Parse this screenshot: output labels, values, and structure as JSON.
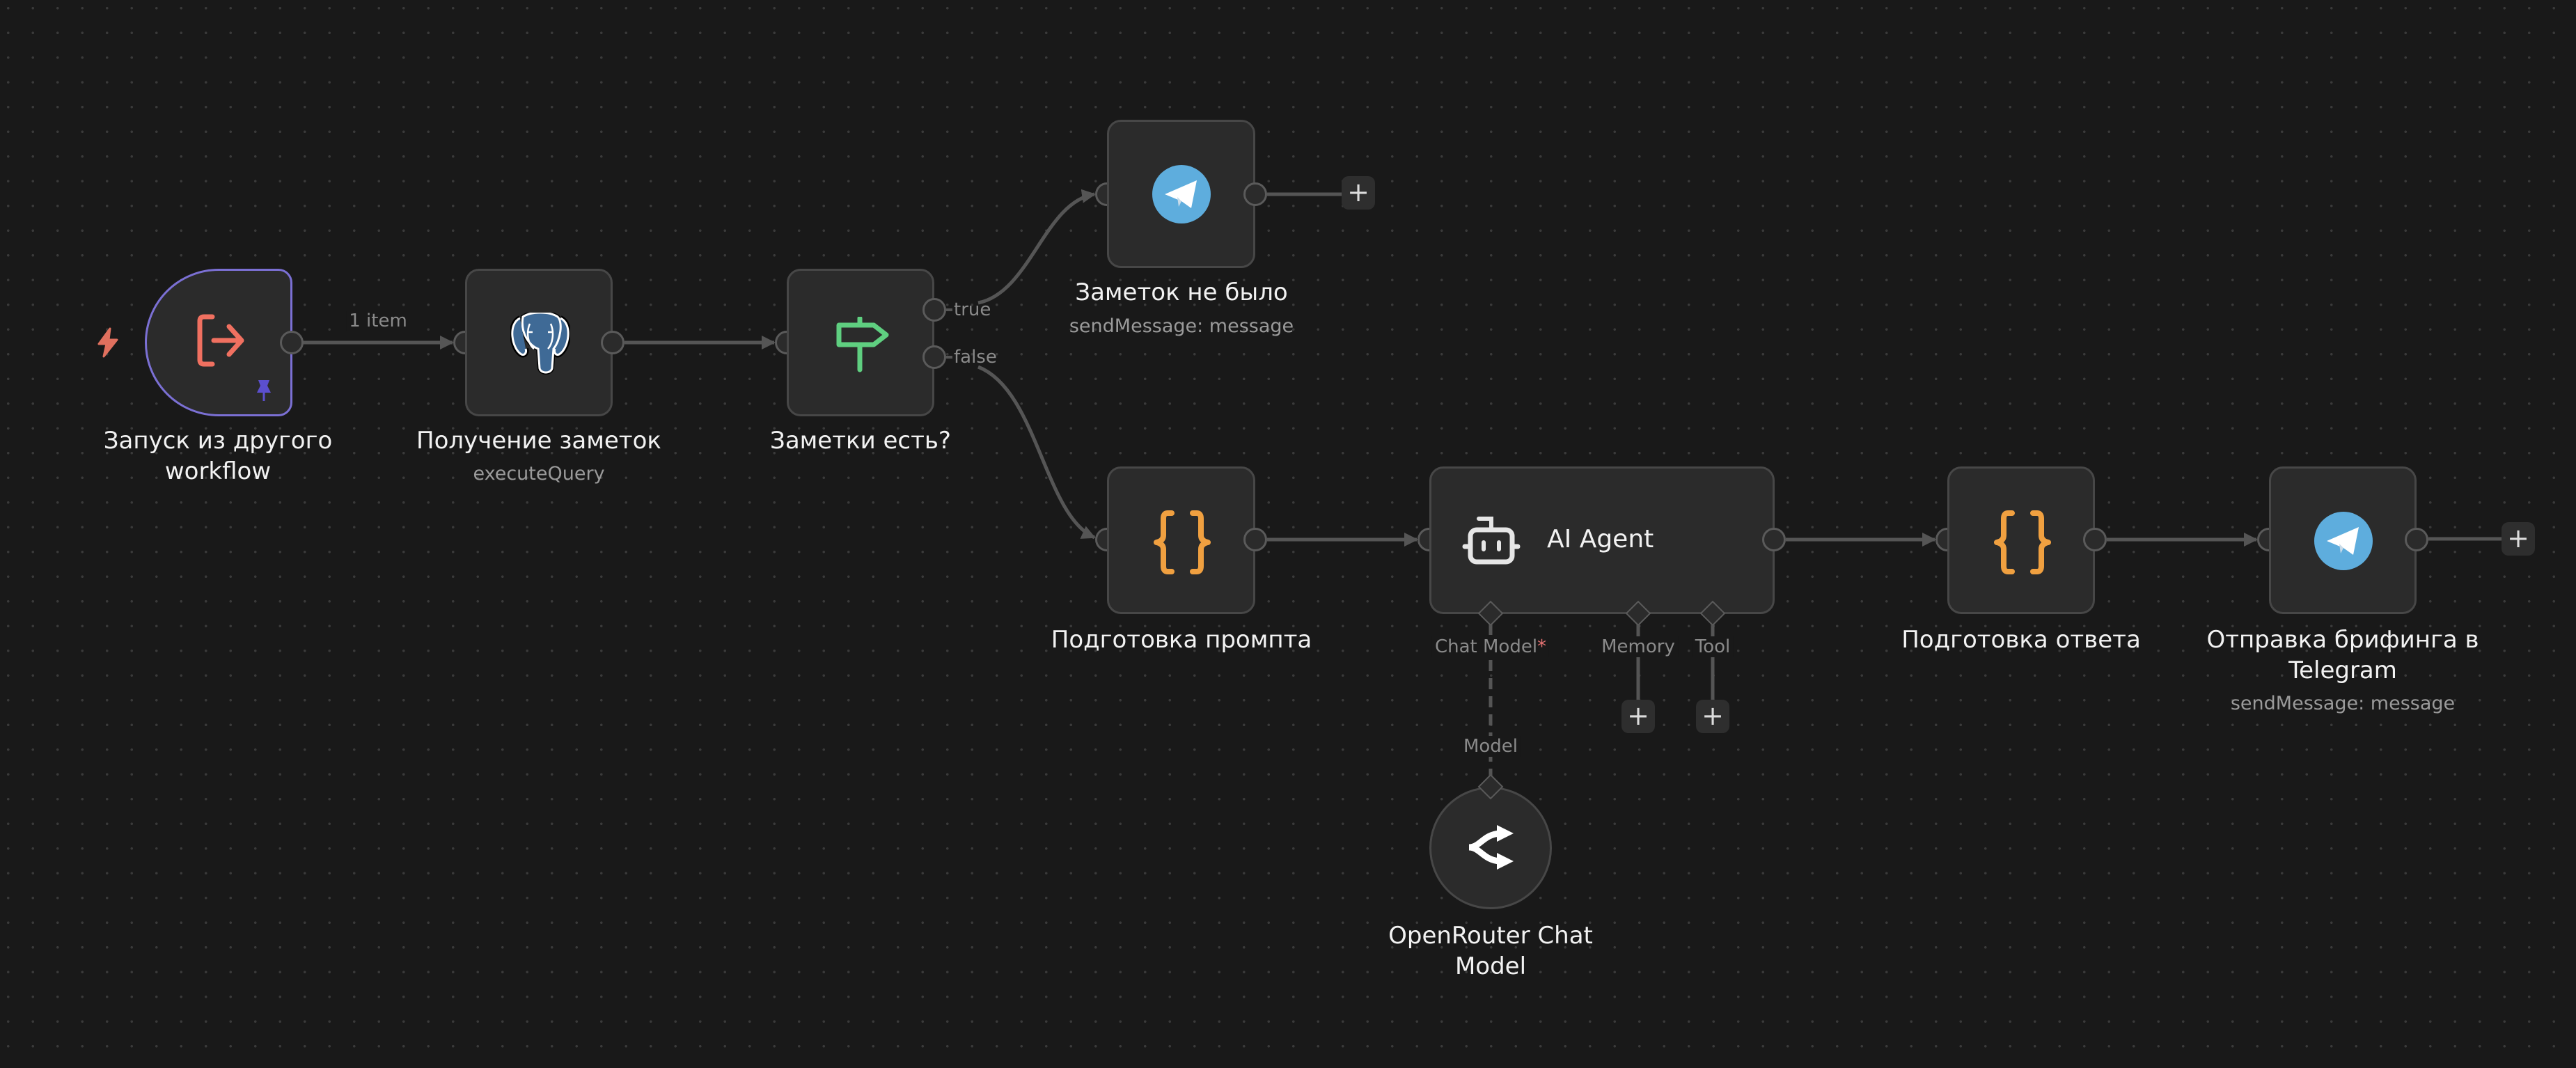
{
  "canvas": {
    "background": "#191919",
    "edge_color": "#555555"
  },
  "nodes": {
    "trigger": {
      "label_line1": "Запуск из другого",
      "label_line2": "workflow",
      "icon": "sign-out-arrow-icon",
      "accent": "#f07060",
      "border": "#7b70d4",
      "pinned": true,
      "trigger_badge": "lightning-bolt-icon"
    },
    "postgres": {
      "label": "Получение заметок",
      "subtitle": "executeQuery",
      "icon": "postgres-elephant-icon"
    },
    "if": {
      "label": "Заметки есть?",
      "icon": "signpost-icon",
      "accent": "#5fcf80",
      "outputs": [
        "true",
        "false"
      ]
    },
    "telegram_empty": {
      "label": "Заметок не было",
      "subtitle": "sendMessage: message",
      "icon": "telegram-icon",
      "accent": "#5eaddd"
    },
    "code_prompt": {
      "label": "Подготовка промпта",
      "icon": "curly-braces-icon",
      "accent": "#f0a040"
    },
    "agent": {
      "title": "AI Agent",
      "icon": "robot-icon",
      "inputs": {
        "chat_model": "Chat Model",
        "chat_model_required": "*",
        "memory": "Memory",
        "tool": "Tool"
      }
    },
    "code_answer": {
      "label": "Подготовка ответа",
      "icon": "curly-braces-icon",
      "accent": "#f0a040"
    },
    "telegram_send": {
      "label_line1": "Отправка брифинга в",
      "label_line2": "Telegram",
      "subtitle": "sendMessage: message",
      "icon": "telegram-icon",
      "accent": "#5eaddd"
    },
    "openrouter": {
      "label_line1": "OpenRouter Chat",
      "label_line2": "Model",
      "icon": "openrouter-icon",
      "output_label": "Model"
    }
  },
  "edges": {
    "trigger_to_postgres": "1 item",
    "plus_symbol": "+"
  }
}
